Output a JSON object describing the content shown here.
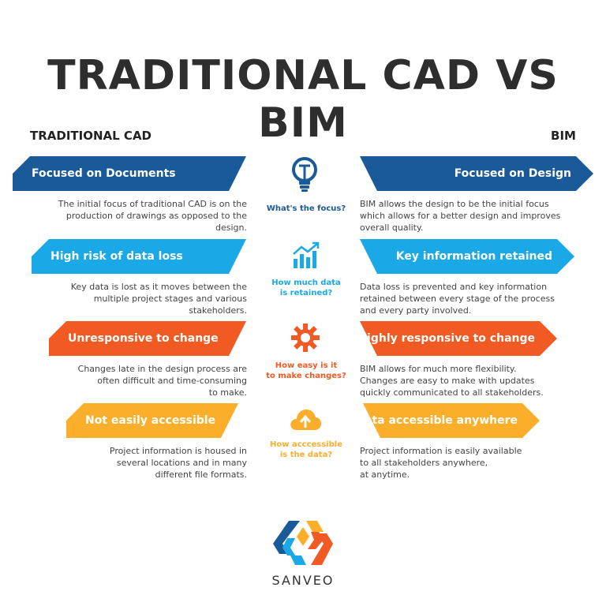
{
  "title": "TRADITIONAL CAD VS  BIM",
  "columns": {
    "left": "TRADITIONAL CAD",
    "right": "BIM"
  },
  "colors": {
    "navy": "#1a5a99",
    "sky": "#1aa8e6",
    "orange": "#f15a22",
    "yellow": "#fbae2a"
  },
  "rows": [
    {
      "question": "What's the focus?",
      "icon": "lightbulb-icon",
      "left": {
        "label": "Focused on Documents",
        "text": [
          "The initial focus of traditional CAD is on the",
          "production of drawings as opposed to the",
          "design."
        ]
      },
      "right": {
        "label": "Focused on Design",
        "text": [
          "BIM allows the design to be the initial focus",
          "which allows for a better design and improves",
          "overall quality."
        ]
      }
    },
    {
      "question": [
        "How much data",
        "is retained?"
      ],
      "icon": "bar-chart-icon",
      "left": {
        "label": "High risk of data loss",
        "text": [
          "Key data is lost as it moves between the",
          "multiple project stages and various",
          "stakeholders."
        ]
      },
      "right": {
        "label": "Key information retained",
        "text": [
          "Data loss is prevented and key information",
          "retained between every stage of the process",
          "and every party involved."
        ]
      }
    },
    {
      "question": [
        "How easy is it",
        "to make changes?"
      ],
      "icon": "gear-icon",
      "left": {
        "label": "Unresponsive to change",
        "text": [
          "Changes late in the design process are",
          "often difficult and time-consuming",
          "to make."
        ]
      },
      "right": {
        "label": "Highly responsive to change",
        "text": [
          "BIM allows for much more flexibility.",
          "Changes are easy to make with updates",
          "quickly communicated to all stakeholders."
        ]
      }
    },
    {
      "question": [
        "How acccessible",
        "is the data?"
      ],
      "icon": "cloud-upload-icon",
      "left": {
        "label": "Not easily accessible",
        "text": [
          "Project information is housed in",
          "several locations and in many",
          "different file formats."
        ]
      },
      "right": {
        "label": "Data accessible anywhere",
        "text": [
          "Project information is easily available",
          "to all stakeholders anywhere,",
          "at anytime."
        ]
      }
    }
  ],
  "brand": "SANVEO"
}
